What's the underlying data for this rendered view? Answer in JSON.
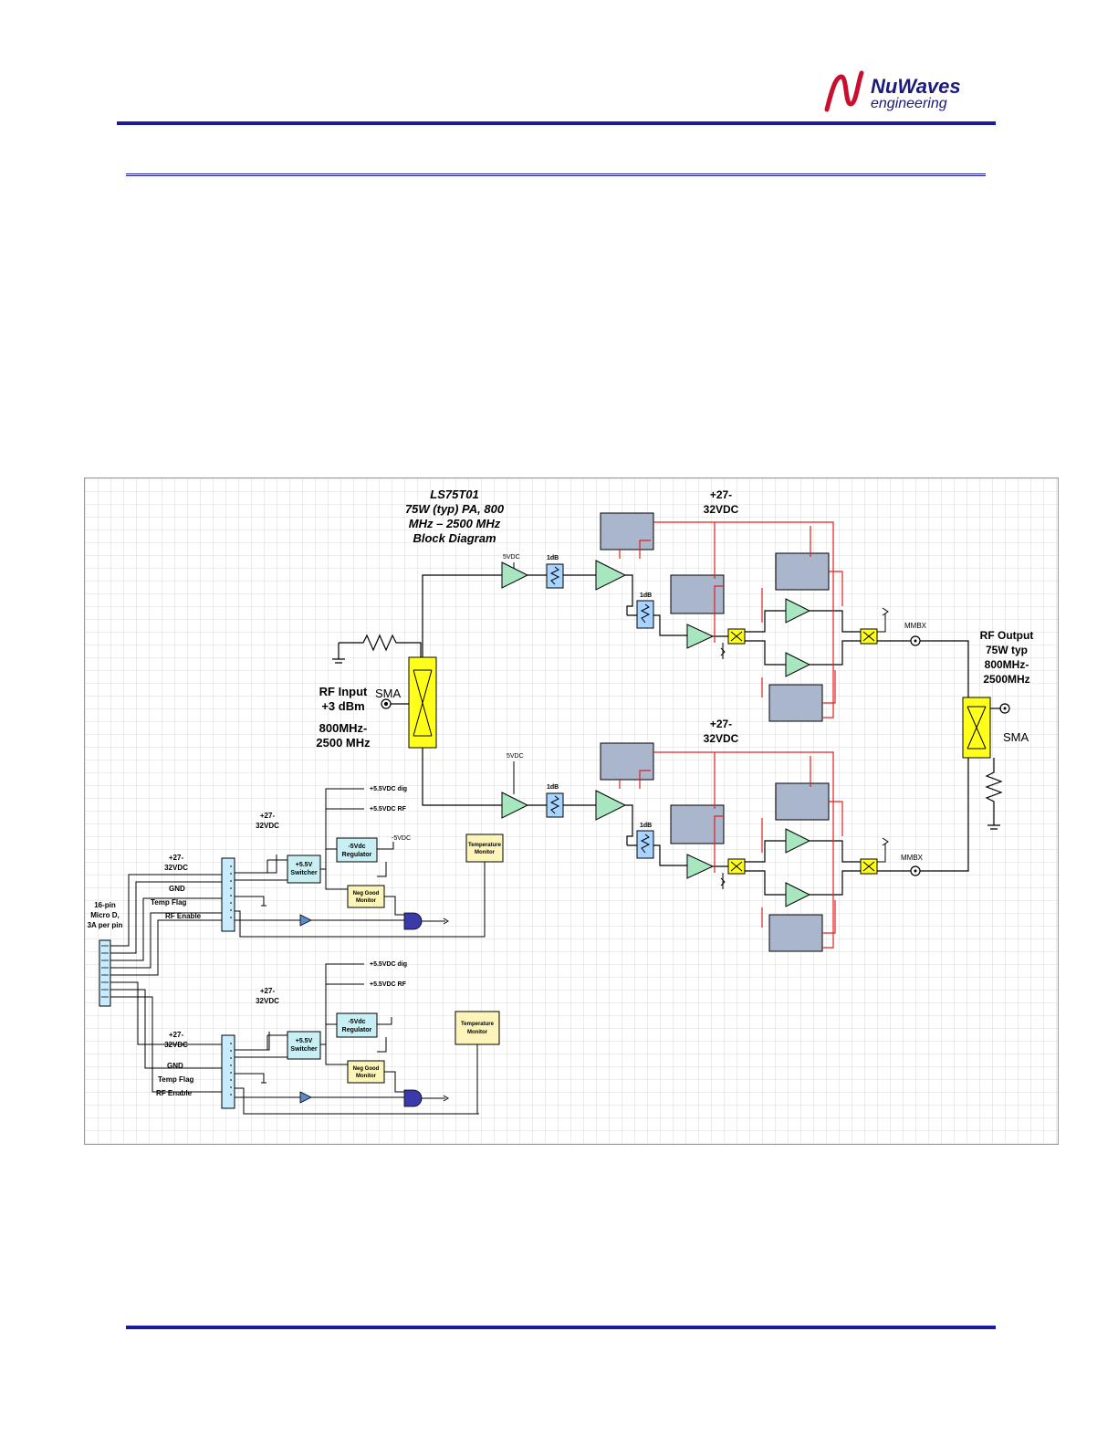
{
  "logo": {
    "line1": "NuWaves",
    "line2": "engineering"
  },
  "diagram": {
    "title": [
      "LS75T01",
      "75W (typ) PA, 800",
      "MHz – 2500 MHz",
      "Block Diagram"
    ],
    "rf_input": [
      "RF Input",
      "+3 dBm"
    ],
    "rf_input_band": [
      "800MHz-",
      "2500 MHz"
    ],
    "sma": "SMA",
    "rf_output": [
      "RF Output",
      "75W typ",
      "800MHz-",
      "2500MHz"
    ],
    "supply_high": [
      "+27-",
      "32VDC"
    ],
    "mmbx": "MMBX",
    "vdc5": "5VDC",
    "db1": "1dB",
    "rail_dig": "+5.5VDC dig",
    "rail_rf": "+5.5VDC RF",
    "switcher": [
      "+5.5V",
      "Switcher"
    ],
    "regulator": [
      "-5Vdc",
      "Regulator"
    ],
    "minus5": "-5VDC",
    "neg_monitor": [
      "Neg Good",
      "Monitor"
    ],
    "temp_monitor": [
      "Temperature",
      "Monitor"
    ],
    "supply_small": [
      "+27-",
      "32VDC"
    ],
    "conn_supply": [
      "+27-",
      "32VDC"
    ],
    "gnd": "GND",
    "temp_flag": "Temp Flag",
    "rf_enable": "RF Enable",
    "connector": [
      "16-pin",
      "Micro D,",
      "3A per pin"
    ]
  },
  "colors": {
    "rule": "#1c1a9c",
    "amp_fill": "#a8e6bf",
    "hybrid_fill": "#ffff1a",
    "bias_wire": "#e02020",
    "module_fill": "#aab6cc",
    "switcher_fill": "#c8f0f4",
    "monitor_fill": "#fcf4b8",
    "logo_red": "#c8102e",
    "logo_navy": "#1c1a7a"
  }
}
